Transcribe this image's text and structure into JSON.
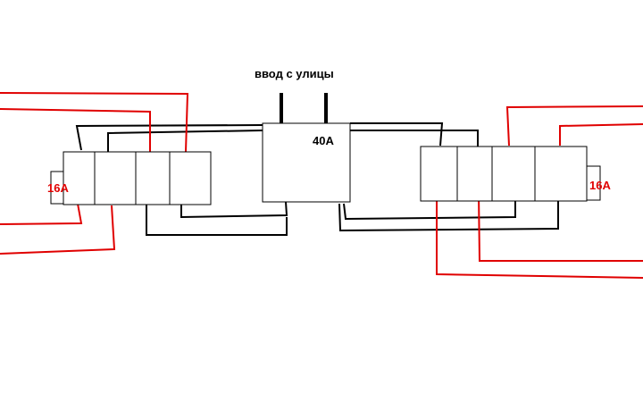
{
  "diagram": {
    "input_label": "ввод с улицы",
    "main_breaker_label": "40A",
    "left_group_rating": "16A",
    "right_group_rating": "16A"
  },
  "colors": {
    "phase_wire": "#e00000",
    "neutral_wire": "#000000",
    "label_red": "#e00000",
    "outline": "#000000"
  }
}
